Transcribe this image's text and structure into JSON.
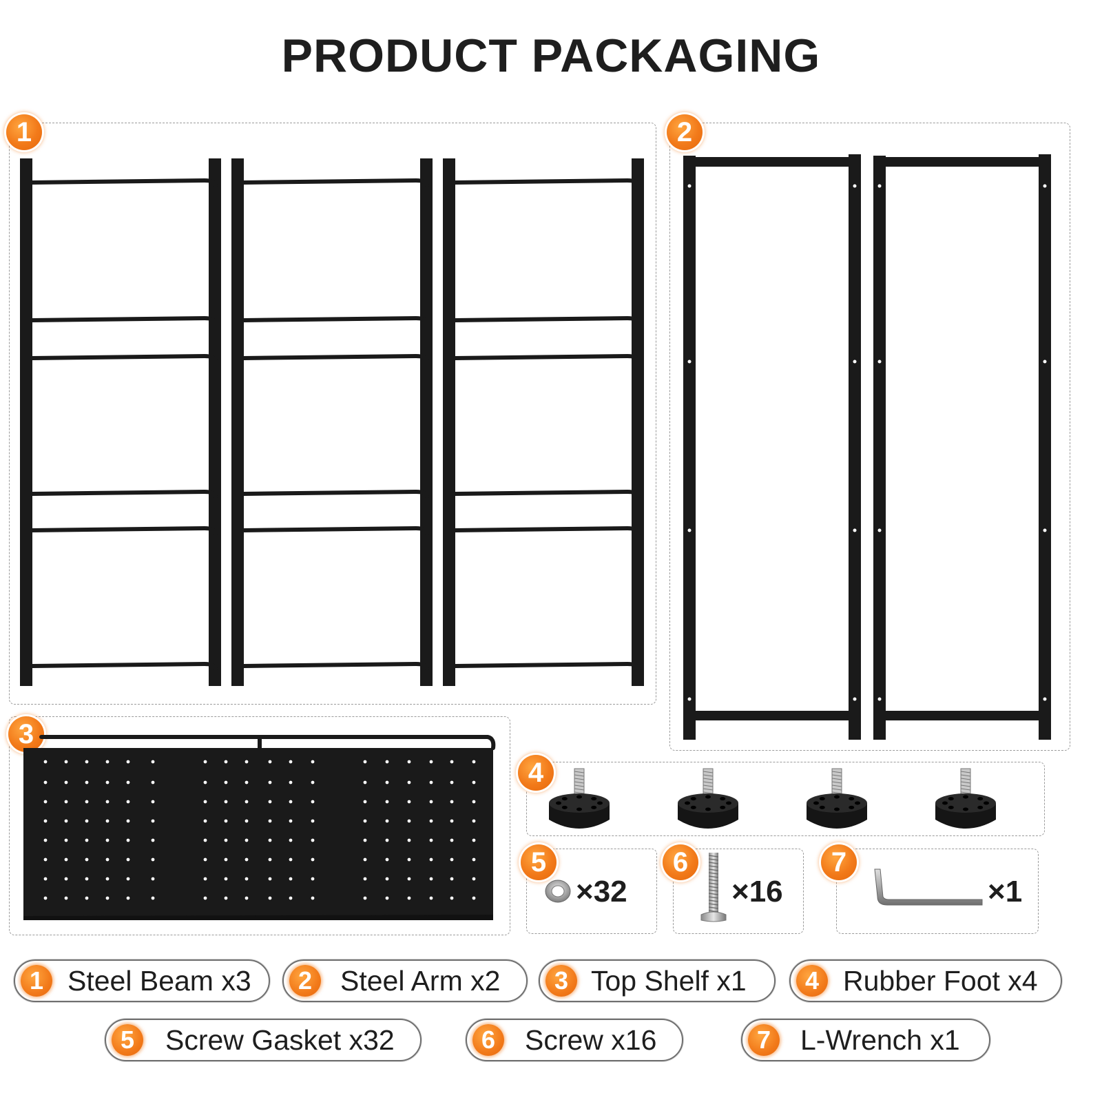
{
  "title": "PRODUCT PACKAGING",
  "badges": {
    "b1": "1",
    "b2": "2",
    "b3": "3",
    "b4": "4",
    "b5": "5",
    "b6": "6",
    "b7": "7"
  },
  "quantities": {
    "gasket": "×32",
    "screw": "×16",
    "wrench": "×1"
  },
  "legend": [
    {
      "num": "1",
      "label": "Steel Beam x3"
    },
    {
      "num": "2",
      "label": "Steel Arm x2"
    },
    {
      "num": "3",
      "label": "Top Shelf x1"
    },
    {
      "num": "4",
      "label": "Rubber Foot x4"
    },
    {
      "num": "5",
      "label": "Screw Gasket x32"
    },
    {
      "num": "6",
      "label": "Screw x16"
    },
    {
      "num": "7",
      "label": "L-Wrench x1"
    }
  ],
  "colors": {
    "accent": "#f27a1a",
    "metal": "#1a1a1a",
    "border": "#9a9a9a"
  }
}
